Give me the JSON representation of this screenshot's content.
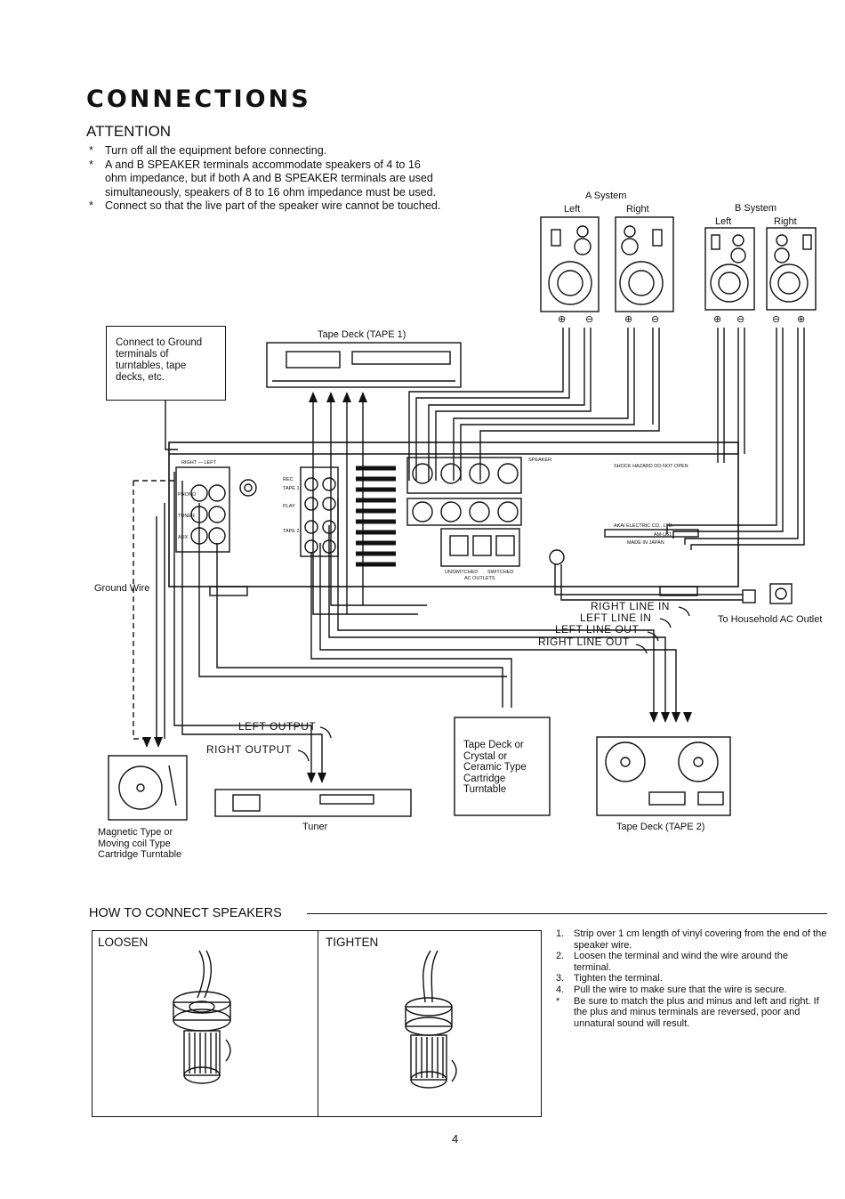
{
  "heading": "CONNECTIONS",
  "attention": {
    "title": "ATTENTION",
    "items": [
      "Turn off all the equipment before connecting.",
      "A and B SPEAKER terminals accommodate speakers of 4 to 16 ohm impedance, but if both A and B SPEAKER terminals are used simultaneously, speakers of 8 to 16 ohm impedance must be used.",
      "Connect so that the live part of the speaker wire cannot be touched."
    ]
  },
  "diagram": {
    "a_system": "A System",
    "b_system": "B System",
    "left": "Left",
    "right": "Right",
    "plus": "⊕",
    "minus": "⊖",
    "tape1": "Tape Deck (TAPE 1)",
    "ground_note": "Connect to Ground terminals of turntables, tape decks, etc.",
    "ground_wire": "Ground Wire",
    "right_line_in": "RIGHT LINE IN",
    "left_line_in": "LEFT LINE IN",
    "left_line_out": "LEFT LINE OUT",
    "right_line_out": "RIGHT LINE OUT",
    "household": "To Household AC Outlet",
    "left_output": "LEFT OUTPUT",
    "right_output": "RIGHT OUTPUT",
    "tape_box": "Tape Deck or Crystal or Ceramic Type Cartridge Turntable",
    "turntable": "Magnetic Type or Moving coil Type Cartridge Turntable",
    "tuner": "Tuner",
    "tape2": "Tape Deck (TAPE 2)",
    "panel": {
      "phono": "PHONO",
      "tuner": "TUNER",
      "aux": "AUX",
      "tape1": "TAPE 1",
      "tape2": "TAPE 2",
      "play": "PLAY",
      "rec": "REC",
      "right_left": "RIGHT — LEFT",
      "speaker": "SPEAKER",
      "unswitched": "UNSWITCHED",
      "switched": "SWITCHED",
      "ac_outlets": "AC OUTLETS",
      "warning": "SHOCK HAZARD  DO NOT OPEN",
      "maker": "AKAI ELECTRIC CO., LTD.",
      "model": "AM-U61",
      "made_in": "MADE IN JAPAN"
    }
  },
  "speakers_section": {
    "title": "HOW TO CONNECT SPEAKERS",
    "loosen": "LOOSEN",
    "tighten": "TIGHTEN",
    "steps": [
      {
        "n": "1.",
        "text": "Strip over 1 cm length of vinyl covering from the end of the speaker wire."
      },
      {
        "n": "2.",
        "text": "Loosen the terminal and wind the wire around the terminal."
      },
      {
        "n": "3.",
        "text": "Tighten the terminal."
      },
      {
        "n": "4.",
        "text": "Pull the wire to make sure that the wire is secure."
      },
      {
        "n": "*",
        "text": "Be sure to match the plus and minus and left and right. If the plus and minus terminals are reversed, poor and unnatural sound will result."
      }
    ]
  },
  "page_number": "4"
}
